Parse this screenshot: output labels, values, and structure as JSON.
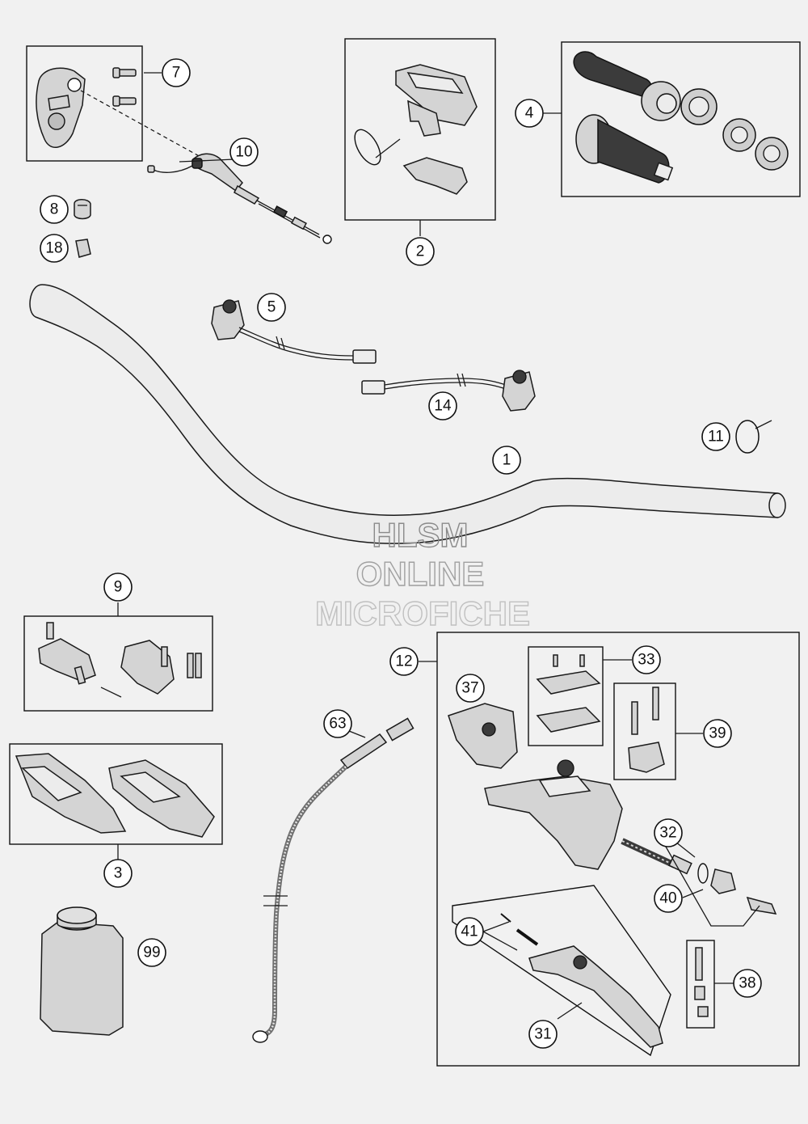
{
  "callouts": {
    "c1": "1",
    "c2": "2",
    "c3": "3",
    "c4": "4",
    "c5": "5",
    "c7": "7",
    "c8": "8",
    "c9": "9",
    "c10": "10",
    "c11": "11",
    "c12": "12",
    "c14": "14",
    "c18": "18",
    "c31": "31",
    "c32": "32",
    "c33": "33",
    "c37": "37",
    "c38": "38",
    "c39": "39",
    "c40": "40",
    "c41": "41",
    "c63": "63",
    "c99": "99"
  },
  "watermark": {
    "line1": "HLSM",
    "line2": "ONLINE",
    "line3": "MICROFICHE"
  },
  "colors": {
    "background": "#f1f1f1",
    "line": "#1a1a1a",
    "part_fill": "#d4d4d4",
    "grip_dark": "#3b3b3b",
    "watermark": "#9a9a9a"
  }
}
